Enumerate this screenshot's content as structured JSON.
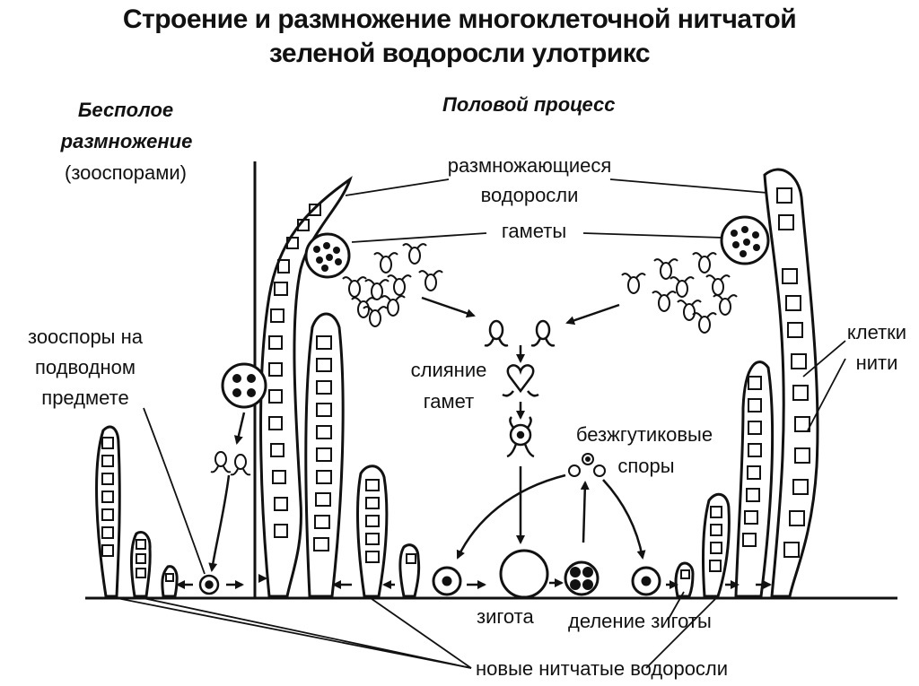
{
  "title": {
    "line1": "Строение и размножение многоклеточной нитчатой",
    "line2": "зеленой водоросли улотрикс"
  },
  "sections": {
    "asexual": {
      "line1": "Бесполое",
      "line2": "размножение",
      "line3": "(зооспорами)"
    },
    "sexual": "Половой процесс"
  },
  "labels": {
    "reproducing_algae": {
      "line1": "размножающиеся",
      "line2": "водоросли"
    },
    "gametes": "гаметы",
    "zoospores_on_object": {
      "line1": "зооспоры на",
      "line2": "подводном",
      "line3": "предмете"
    },
    "gamete_fusion": {
      "line1": "слияние",
      "line2": "гамет"
    },
    "flagellaless_spores": {
      "line1": "безжгутиковые",
      "line2": "споры"
    },
    "filament_cells": {
      "line1": "клетки",
      "line2": "нити"
    },
    "zygote": "зигота",
    "zygote_division": "деление зиготы",
    "new_filamentous_algae": "новые нитчатые водоросли"
  }
}
